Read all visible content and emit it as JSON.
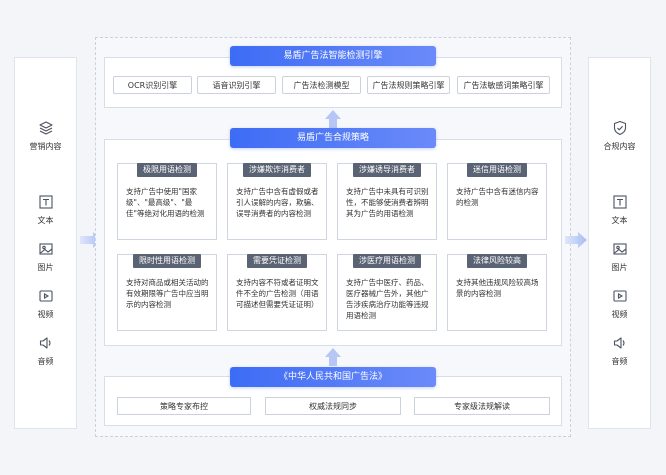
{
  "left_panel": {
    "items": [
      {
        "icon": "layers-icon",
        "label": "营销内容"
      },
      {
        "icon": "text-icon",
        "label": "文本"
      },
      {
        "icon": "image-icon",
        "label": "图片"
      },
      {
        "icon": "video-icon",
        "label": "视频"
      },
      {
        "icon": "audio-icon",
        "label": "音频"
      }
    ]
  },
  "right_panel": {
    "items": [
      {
        "icon": "shield-check-icon",
        "label": "合规内容"
      },
      {
        "icon": "text-icon",
        "label": "文本"
      },
      {
        "icon": "image-icon",
        "label": "图片"
      },
      {
        "icon": "video-icon",
        "label": "视频"
      },
      {
        "icon": "audio-icon",
        "label": "音频"
      }
    ]
  },
  "engine_section": {
    "title": "易盾广告法智能检测引擎",
    "engines": [
      "OCR识别引擎",
      "语音识别引擎",
      "广告法检测模型",
      "广告法规则策略引擎",
      "广告法敏感词策略引擎"
    ]
  },
  "strategy_section": {
    "title": "易盾广告合规策略",
    "cards": [
      {
        "tag": "极限用语检测",
        "desc": "支持广告中使用\"国家级\"、\"最高级\"、\"最佳\"等绝对化用语的检测"
      },
      {
        "tag": "涉嫌欺诈消费者",
        "desc": "支持广告中含有虚假或者引人误解的内容，欺骗、误导消费者的内容检测"
      },
      {
        "tag": "涉嫌诱导消费者",
        "desc": "支持广告中未具有可识别性，不能够使消费者辨明其为广告的用语检测"
      },
      {
        "tag": "迷信用语检测",
        "desc": "支持广告中含有迷信内容的检测"
      },
      {
        "tag": "限时性用语检测",
        "desc": "支持对商品或相关活动的有效期限等广告中应当明示的内容检测"
      },
      {
        "tag": "需要凭证检测",
        "desc": "支持内容不符或者证明文件不全的广告检测（用语可描述但需要凭证证明）"
      },
      {
        "tag": "涉医疗用语检测",
        "desc": "支持广告中医疗、药品、医疗器械广告外，其他广告涉疾病治疗功能等违规用语检测"
      },
      {
        "tag": "法律风险较高",
        "desc": "支持其他违规风险较高场景的内容检测"
      }
    ]
  },
  "basis_section": {
    "title": "《中华人民共和国广告法》",
    "items": [
      "策略专家布控",
      "权威法规同步",
      "专家级法规解读"
    ]
  },
  "colors": {
    "accent": "#4a74f6",
    "tag_bg": "#5a6373",
    "arrow": "#b7c6f5"
  }
}
